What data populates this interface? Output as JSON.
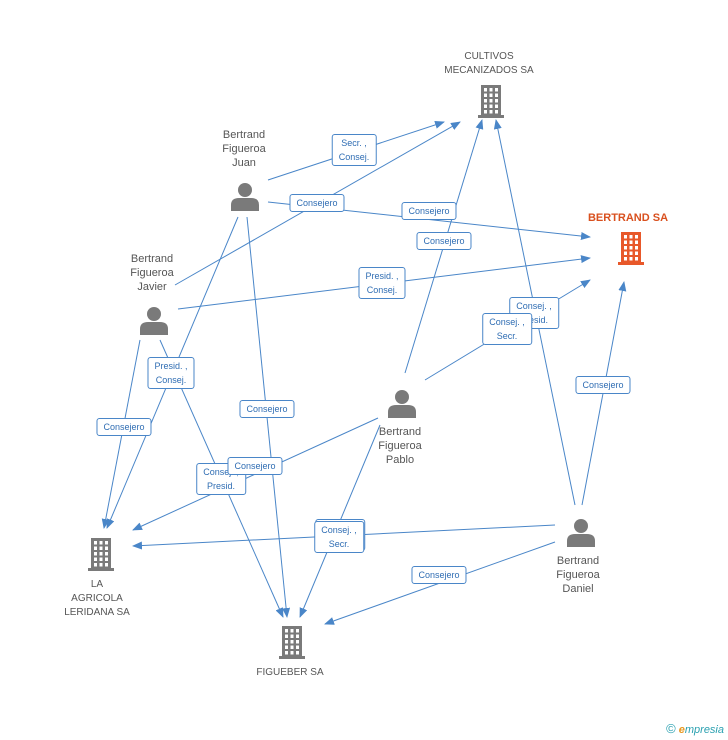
{
  "colors": {
    "edge": "#4a86c8",
    "node_icon": "#7a7a7a",
    "main_company": "#e8582a"
  },
  "nodes": [
    {
      "id": "cultivos",
      "kind": "company",
      "lines": [
        "CULTIVOS",
        "MECANIZADOS SA"
      ]
    },
    {
      "id": "bertrand_sa",
      "kind": "company-main",
      "lines": [
        "BERTRAND SA"
      ]
    },
    {
      "id": "la_agricola",
      "kind": "company",
      "lines": [
        "LA",
        "AGRICOLA",
        "LERIDANA SA"
      ]
    },
    {
      "id": "figueber",
      "kind": "company",
      "lines": [
        "FIGUEBER SA"
      ]
    },
    {
      "id": "juan",
      "kind": "person",
      "lines": [
        "Bertrand",
        "Figueroa",
        "Juan"
      ]
    },
    {
      "id": "javier",
      "kind": "person",
      "lines": [
        "Bertrand",
        "Figueroa",
        "Javier"
      ]
    },
    {
      "id": "pablo",
      "kind": "person",
      "lines": [
        "Bertrand",
        "Figueroa",
        "Pablo"
      ]
    },
    {
      "id": "daniel",
      "kind": "person",
      "lines": [
        "Bertrand",
        "Figueroa",
        "Daniel"
      ]
    }
  ],
  "edge_labels": [
    {
      "id": "juan-cultivos",
      "lines": [
        "Secr. ,",
        "Consej."
      ]
    },
    {
      "id": "javier-cultivos",
      "lines": [
        "Consejero"
      ]
    },
    {
      "id": "juan-bertrand",
      "lines": [
        "Consejero"
      ]
    },
    {
      "id": "pablo-cultivos",
      "lines": [
        "Consejero"
      ]
    },
    {
      "id": "javier-bertrand",
      "lines": [
        "Presid. ,",
        "Consej."
      ]
    },
    {
      "id": "daniel-cultivos",
      "lines": [
        "Consej. ,",
        "Presid."
      ]
    },
    {
      "id": "pablo-bertrand",
      "lines": [
        "Consej. ,",
        "Secr."
      ]
    },
    {
      "id": "daniel-bertrand",
      "lines": [
        "Consejero"
      ]
    },
    {
      "id": "juan-agricola",
      "lines": [
        "Presid. ,",
        "Consej."
      ]
    },
    {
      "id": "javier-agricola",
      "lines": [
        "Consejero"
      ]
    },
    {
      "id": "juan-figueber",
      "lines": [
        "Consejero"
      ]
    },
    {
      "id": "javier-figueber",
      "lines": [
        "Consej. ,",
        "Presid."
      ]
    },
    {
      "id": "pablo-agricola",
      "lines": [
        "Consejero"
      ]
    },
    {
      "id": "pablo-figueber",
      "lines": [
        "Consej. ,",
        "Secr."
      ]
    },
    {
      "id": "daniel-agricola",
      "lines": [
        "Consej. ,",
        "Secr."
      ]
    },
    {
      "id": "daniel-figueber",
      "lines": [
        "Consejero"
      ]
    }
  ],
  "brand": {
    "copyright": "©",
    "e": "e",
    "rest": "mpresia"
  }
}
